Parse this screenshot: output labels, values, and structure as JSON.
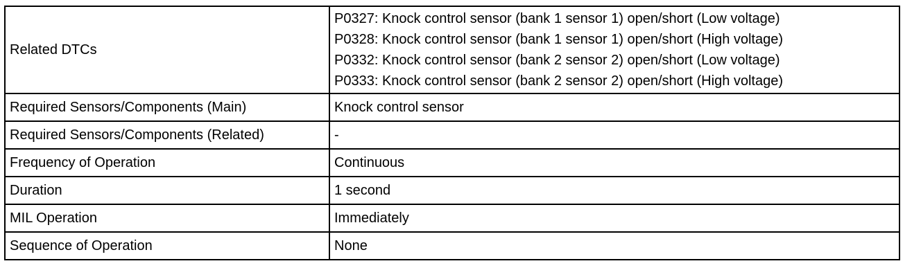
{
  "table": {
    "rows": [
      {
        "label": "Related DTCs",
        "values": [
          "P0327: Knock control sensor (bank 1 sensor 1) open/short (Low voltage)",
          "P0328: Knock control sensor (bank 1 sensor 1) open/short (High voltage)",
          "P0332: Knock control sensor (bank 2 sensor 2) open/short (Low voltage)",
          "P0333: Knock control sensor (bank 2 sensor 2) open/short (High voltage)"
        ]
      },
      {
        "label": "Required Sensors/Components (Main)",
        "value": "Knock control sensor"
      },
      {
        "label": "Required Sensors/Components (Related)",
        "value": "-"
      },
      {
        "label": "Frequency of Operation",
        "value": "Continuous"
      },
      {
        "label": "Duration",
        "value": "1 second"
      },
      {
        "label": "MIL Operation",
        "value": "Immediately"
      },
      {
        "label": "Sequence of Operation",
        "value": "None"
      }
    ]
  }
}
